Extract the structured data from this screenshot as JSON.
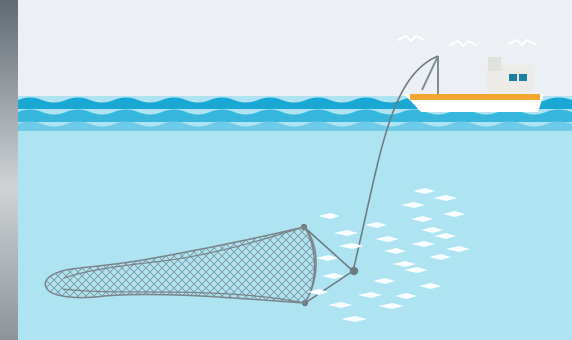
{
  "scene": {
    "kind": "illustration",
    "subject": "trawler-fishing",
    "colors": {
      "sky": "#eceff4",
      "wave_dark": "#1aa7d4",
      "wave_mid": "#37b7de",
      "water": "#aee3f1",
      "boat_hull": "#ffffff",
      "boat_stripe": "#f3a531",
      "boat_cabin": "#ecebe7",
      "net_line": "#6f7b82",
      "fish": "#ffffff",
      "border": "#8f979d"
    },
    "elements": {
      "birds": 3,
      "boat": 1,
      "fish_school": "present",
      "trawl_net": "present"
    }
  }
}
